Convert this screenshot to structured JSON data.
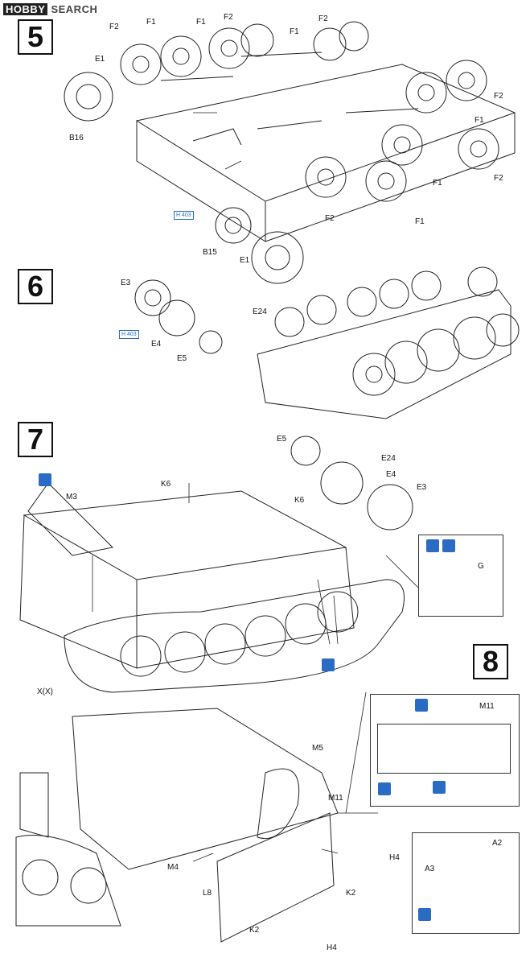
{
  "watermark": {
    "part1": "HOBBY",
    "part2": "SEARCH"
  },
  "steps": [
    "5",
    "6",
    "7",
    "8"
  ],
  "labels": {
    "s5": {
      "f2_a": "F2",
      "f1_a": "F1",
      "f1_b": "F1",
      "f2_b": "F2",
      "f2_c": "F2",
      "f1_c": "F1",
      "e1_a": "E1",
      "b16": "B16",
      "f2_d": "F2",
      "f1_d": "F1",
      "f2_e": "F2",
      "f1_e": "F1",
      "f1_f": "F1",
      "f2_f": "F2",
      "b15": "B15",
      "e1_b": "E1",
      "ref": "H 403"
    },
    "s6": {
      "e3": "E3",
      "e4": "E4",
      "e5": "E5",
      "e24": "E24",
      "ref": "H 403"
    },
    "s7": {
      "e5": "E5",
      "e24": "E24",
      "e4": "E4",
      "e3": "E3",
      "k6_a": "K6",
      "m3": "M3",
      "k6_b": "K6",
      "g": "G",
      "xx": "X(X)"
    },
    "s8": {
      "m11_detail": "M11",
      "m5": "M5",
      "m11": "M11",
      "h4_a": "H4",
      "a2": "A2",
      "a3": "A3",
      "m4": "M4",
      "l8": "L8",
      "k2_a": "K2",
      "k2_b": "K2",
      "h4_b": "H4"
    }
  }
}
